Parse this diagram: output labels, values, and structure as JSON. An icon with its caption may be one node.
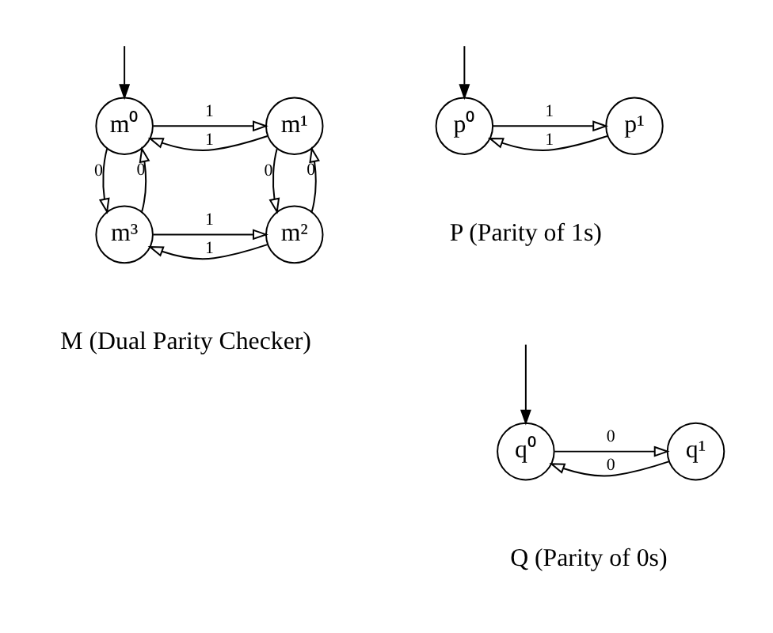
{
  "diagram": {
    "nodes": [
      {
        "text": [
          "m⁰"
        ]
      },
      {
        "text": [
          "m¹"
        ]
      },
      {
        "text": [
          "m³"
        ]
      },
      {
        "text": [
          "m²"
        ]
      },
      {
        "text": [
          "p⁰"
        ]
      },
      {
        "text": [
          "p¹"
        ]
      },
      {
        "text": [
          "q⁰"
        ]
      },
      {
        "text": [
          "q¹"
        ]
      }
    ],
    "edges": [
      {
        "from": null,
        "to": 0,
        "arrow": "to"
      },
      {
        "from": 0,
        "to": 1,
        "label": "1",
        "arrow": "to"
      },
      {
        "from": 1,
        "to": 0,
        "label": "1",
        "arrow": "to"
      },
      {
        "from": 2,
        "to": 0,
        "label": "0",
        "arrow": "to"
      },
      {
        "from": 0,
        "to": 2,
        "label": "0",
        "arrow": "to"
      },
      {
        "from": 3,
        "to": 1,
        "label": "0",
        "arrow": "to"
      },
      {
        "from": 1,
        "to": 3,
        "label": "0",
        "arrow": "to"
      },
      {
        "from": 2,
        "to": 3,
        "label": "1",
        "arrow": "to"
      },
      {
        "from": 3,
        "to": 2,
        "label": "1",
        "arrow": "to"
      },
      {
        "from": null,
        "to": 4,
        "arrow": "to"
      },
      {
        "from": 4,
        "to": 5,
        "label": "1",
        "arrow": "to"
      },
      {
        "from": 5,
        "to": 4,
        "label": "1",
        "arrow": "to"
      },
      {
        "from": null,
        "to": 6,
        "arrow": "to"
      },
      {
        "from": 6,
        "to": 7,
        "label": "0",
        "arrow": "to"
      },
      {
        "from": 7,
        "to": 6,
        "label": "0",
        "arrow": "to"
      }
    ],
    "labels": [
      "P (Parity of 1s)",
      "M (Dual Parity Checker)",
      "Q (Parity of 0s)"
    ]
  }
}
